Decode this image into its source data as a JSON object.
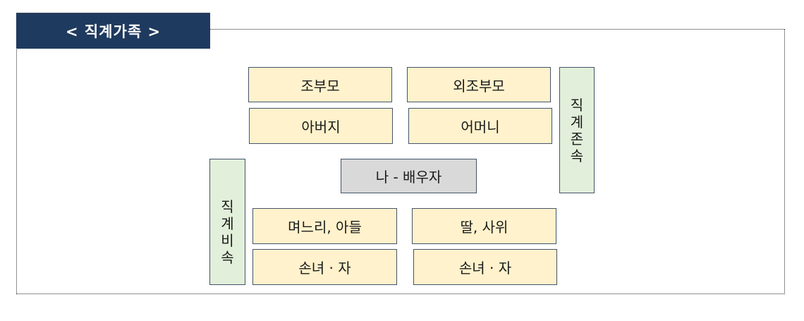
{
  "header": {
    "title": "< 직계가족 >",
    "bg_color": "#1f3a5f"
  },
  "colors": {
    "relative_fill": "#fff2cc",
    "self_fill": "#d9d9d9",
    "group_fill": "#e2efda",
    "border": "#44546a"
  },
  "ascendants": {
    "paternal_grandparents": "조부모",
    "maternal_grandparents": "외조부모",
    "father": "아버지",
    "mother": "어머니"
  },
  "self": {
    "label": "나 - 배우자"
  },
  "descendants": {
    "son_side": "며느리, 아들",
    "daughter_side": "딸, 사위",
    "grandchildren_left": "손녀 · 자",
    "grandchildren_right": "손녀 · 자"
  },
  "groups": {
    "lineal_ascendants": [
      "직",
      "계",
      "존",
      "속"
    ],
    "lineal_descendants": [
      "직",
      "계",
      "비",
      "속"
    ]
  }
}
